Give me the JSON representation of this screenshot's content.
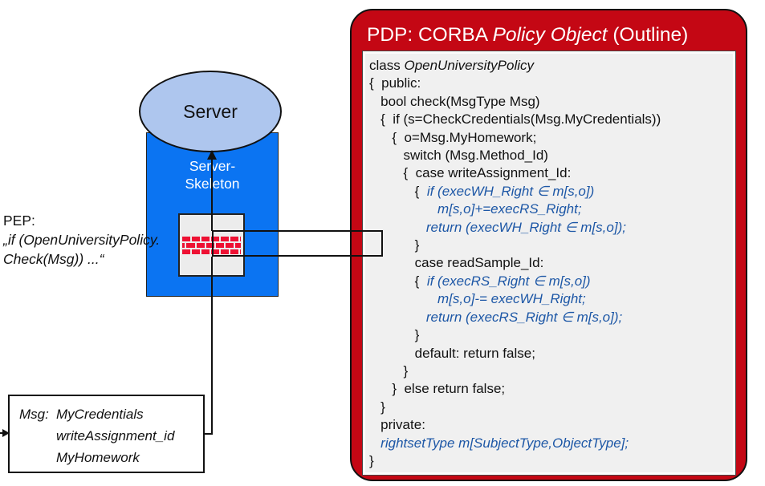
{
  "colors": {
    "panel_red": "#c40714",
    "code_blue": "#1d57a6",
    "brick_red": "#ee1133",
    "skeleton_blue": "#0b74f2",
    "ellipse_blue": "#aec6ee"
  },
  "server": {
    "label": "Server",
    "skeleton_line1": "Server-",
    "skeleton_line2": "Skeleton"
  },
  "pep": {
    "line1": "PEP:",
    "line2": "„if (OpenUniversityPolicy.",
    "line3": "Check(Msg)) ...“"
  },
  "msg": {
    "label": "Msg:",
    "fields": [
      "MyCredentials",
      "writeAssignment_id",
      "MyHomework"
    ]
  },
  "pdp": {
    "title_prefix": "PDP: CORBA ",
    "title_italic": "Policy Object",
    "title_suffix": " (Outline)",
    "code_lines": [
      [
        {
          "t": "class ",
          "s": ""
        },
        {
          "t": "OpenUniversityPolicy",
          "s": "it"
        }
      ],
      [
        {
          "t": "{  public:",
          "s": ""
        }
      ],
      [
        {
          "t": "   bool check(MsgType Msg)",
          "s": ""
        }
      ],
      [
        {
          "t": "   {  if (s=CheckCredentials(Msg.MyCredentials))",
          "s": ""
        }
      ],
      [
        {
          "t": "      {  o=Msg.MyHomework;",
          "s": ""
        }
      ],
      [
        {
          "t": "         switch (Msg.Method_Id)",
          "s": ""
        }
      ],
      [
        {
          "t": "         {  case writeAssignment_Id:",
          "s": ""
        }
      ],
      [
        {
          "t": "            {  ",
          "s": ""
        },
        {
          "t": "if (execWH_Right ∈ m[s,o])",
          "s": "blue"
        }
      ],
      [
        {
          "t": "                  ",
          "s": ""
        },
        {
          "t": "m[s,o]+=execRS_Right;",
          "s": "blue"
        }
      ],
      [
        {
          "t": "               ",
          "s": ""
        },
        {
          "t": "return (execWH_Right ∈ m[s,o]);",
          "s": "blue"
        }
      ],
      [
        {
          "t": "            }",
          "s": ""
        }
      ],
      [
        {
          "t": "            case readSample_Id:",
          "s": ""
        }
      ],
      [
        {
          "t": "            {  ",
          "s": ""
        },
        {
          "t": "if (execRS_Right ∈ m[s,o])",
          "s": "blue"
        }
      ],
      [
        {
          "t": "                  ",
          "s": ""
        },
        {
          "t": "m[s,o]-= execWH_Right;",
          "s": "blue"
        }
      ],
      [
        {
          "t": "               ",
          "s": ""
        },
        {
          "t": "return (execRS_Right ∈ m[s,o]);",
          "s": "blue"
        }
      ],
      [
        {
          "t": "            }",
          "s": ""
        }
      ],
      [
        {
          "t": "            default: return false;",
          "s": ""
        }
      ],
      [
        {
          "t": "         }",
          "s": ""
        }
      ],
      [
        {
          "t": "      }  else return false;",
          "s": ""
        }
      ],
      [
        {
          "t": "   }",
          "s": ""
        }
      ],
      [
        {
          "t": "   private:",
          "s": ""
        }
      ],
      [
        {
          "t": "   ",
          "s": ""
        },
        {
          "t": "rightsetType m[SubjectType,ObjectType];",
          "s": "blue"
        }
      ],
      [
        {
          "t": "}",
          "s": ""
        }
      ]
    ]
  }
}
